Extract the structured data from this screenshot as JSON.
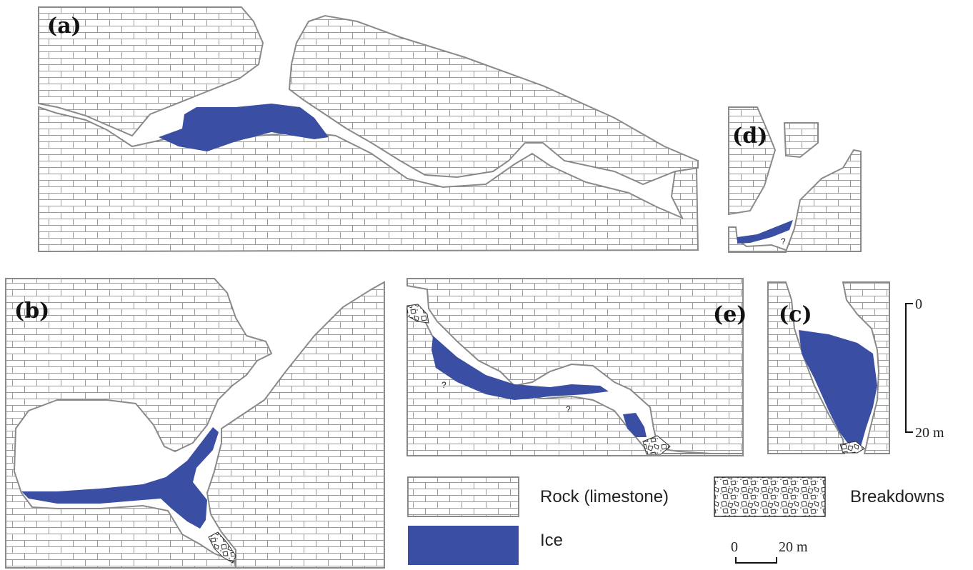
{
  "panels": {
    "a": {
      "label": "(a)"
    },
    "b": {
      "label": "(b)"
    },
    "c": {
      "label": "(c)"
    },
    "d": {
      "label": "(d)",
      "question_mark": "?"
    },
    "e": {
      "label": "(e)",
      "question_mark_1": "?",
      "question_mark_2": "?"
    }
  },
  "vertical_scale": {
    "top": "0",
    "bottom": "20 m"
  },
  "legend": {
    "rock": "Rock (limestone)",
    "breakdowns": "Breakdowns",
    "ice": "Ice",
    "scale_start": "0",
    "scale_end": "20 m"
  },
  "colors": {
    "ice": "#3a4fa3",
    "outline": "#8a8a8a",
    "brick": "#9a9a9a"
  }
}
